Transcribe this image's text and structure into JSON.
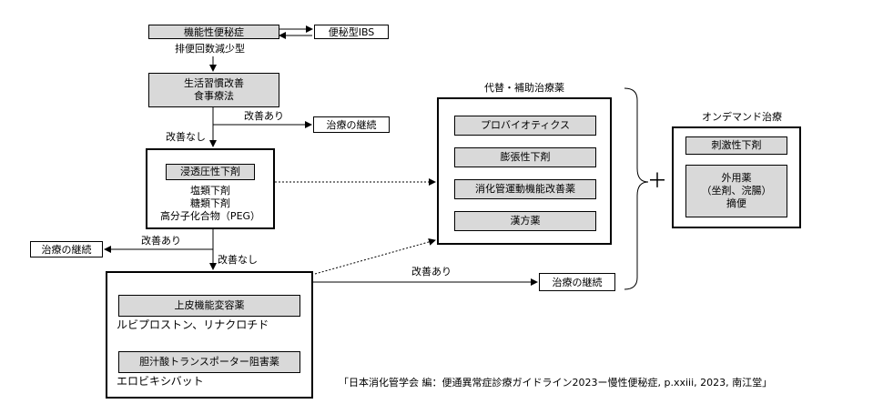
{
  "top": {
    "main": "機能性便秘症",
    "ibs": "便秘型IBS",
    "subtype": "排便回数減少型"
  },
  "lifestyle": {
    "line1": "生活習慣改善",
    "line2": "食事療法"
  },
  "labels": {
    "improved": "改善あり",
    "not_improved": "改善なし",
    "continue_treatment": "治療の継続"
  },
  "osmotic": {
    "header": "浸透圧性下剤",
    "item1": "塩類下剤",
    "item2": "糖類下剤",
    "item3": "高分子化合物（PEG）"
  },
  "epithelial": {
    "header1": "上皮機能変容薬",
    "drugs1": "ルビプロストン、リナクロチド",
    "header2": "胆汁酸トランスポーター阻害薬",
    "drugs2": "エロビキシバット"
  },
  "alternative": {
    "title": "代替・補助治療薬",
    "items": [
      "プロバイオティクス",
      "膨張性下剤",
      "消化管運動機能改善薬",
      "漢方薬"
    ]
  },
  "plus": "＋",
  "ondemand": {
    "title": "オンデマンド治療",
    "item1": "刺激性下剤",
    "item2_line1": "外用薬",
    "item2_line2": "（坐剤、浣腸）",
    "item2_line3": "摘便"
  },
  "citation": "「日本消化管学会 編：便通異常症診療ガイドライン2023ー慢性便秘症, p.xxiii, 2023, 南江堂」"
}
